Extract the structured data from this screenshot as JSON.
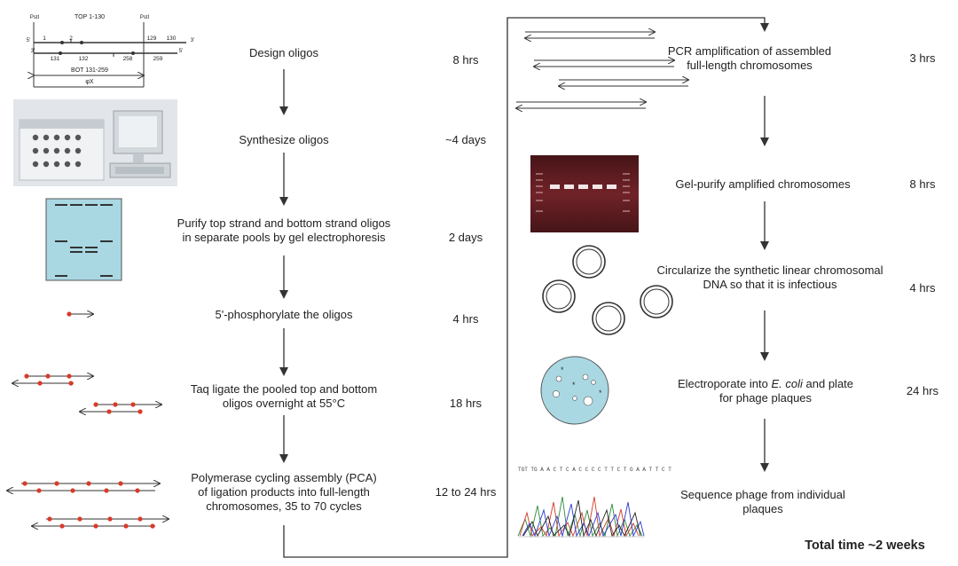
{
  "oligo_design": {
    "top_title": "TOP 1-130",
    "bottom_title": "BOT 131-259",
    "left_site": "PstI",
    "right_site": "PstI",
    "five_prime": "5'",
    "three_prime": "3'",
    "genome": "φX",
    "top_numbers": [
      "1",
      "2",
      "129",
      "130"
    ],
    "bottom_numbers": [
      "131",
      "132",
      "258",
      "259"
    ],
    "bottom_end_left": "3'",
    "bottom_end_right": "5'"
  },
  "left_steps": [
    {
      "text": "Design oligos",
      "duration": "8 hrs"
    },
    {
      "text": "Synthesize oligos",
      "duration": "~4 days"
    },
    {
      "text": "Purify top strand and bottom strand oligos\nin separate pools by gel electrophoresis",
      "duration": "2 days"
    },
    {
      "text": "5'-phosphorylate the oligos",
      "duration": "4 hrs"
    },
    {
      "text": "Taq ligate the pooled top and bottom\noligos overnight at 55°C",
      "duration": "18 hrs"
    },
    {
      "text": "Polymerase cycling assembly (PCA)\nof ligation products into full-length\nchromosomes, 35 to 70 cycles",
      "duration": "12 to 24 hrs"
    }
  ],
  "right_steps": [
    {
      "text": "PCR amplification of assembled\nfull-length chromosomes",
      "duration": "3 hrs"
    },
    {
      "text": "Gel-purify amplified chromosomes",
      "duration": "8 hrs"
    },
    {
      "text": "Circularize the synthetic linear chromosomal\nDNA so that it is infectious",
      "duration": "4 hrs"
    },
    {
      "text_pre": "Electroporate into ",
      "text_em": "E. coli",
      "text_post": " and plate\nfor phage plaques",
      "duration": "24 hrs"
    },
    {
      "text": "Sequence phage from individual\nplaques",
      "duration": ""
    }
  ],
  "total": "Total time ~2 weeks",
  "colors": {
    "arrow": "#333333",
    "dot": "#d93a2a",
    "gel_bg": "#a9d8e3",
    "agarose_bg": "#6b1f24",
    "plate_bg": "#a9d8e3"
  }
}
